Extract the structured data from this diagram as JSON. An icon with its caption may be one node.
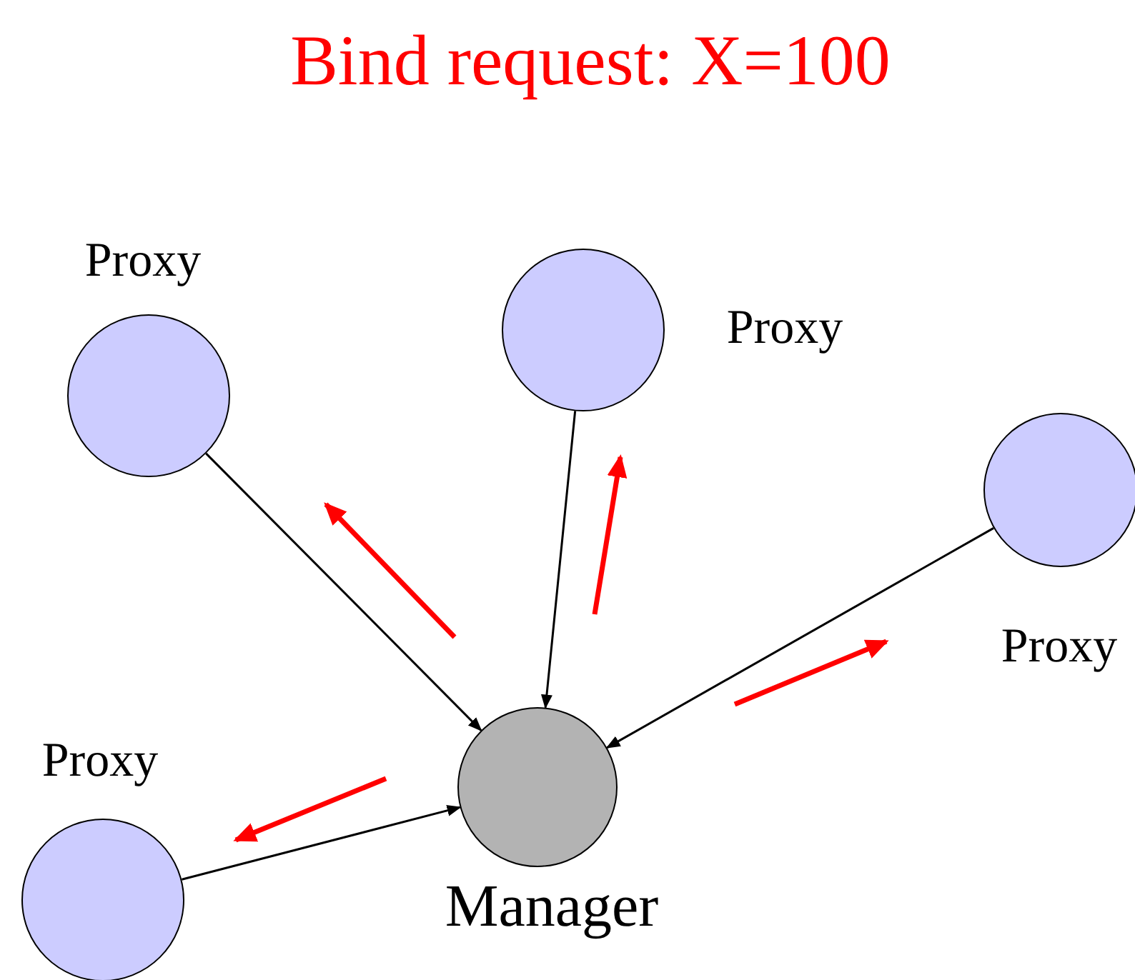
{
  "diagram": {
    "title": "Bind request: X=100",
    "nodes": [
      {
        "text": [
          "Proxy"
        ]
      },
      {
        "text": [
          "Proxy"
        ]
      },
      {
        "text": [
          "Proxy"
        ]
      },
      {
        "text": [
          "Proxy"
        ]
      },
      {
        "text": [
          "Manager"
        ]
      }
    ],
    "edges": [
      {
        "from": 0,
        "to": 4,
        "arrow": "to"
      },
      {
        "from": 1,
        "to": 4,
        "arrow": "to"
      },
      {
        "from": 2,
        "to": 4,
        "arrow": "to"
      },
      {
        "from": 3,
        "to": 4,
        "arrow": "to"
      }
    ]
  }
}
